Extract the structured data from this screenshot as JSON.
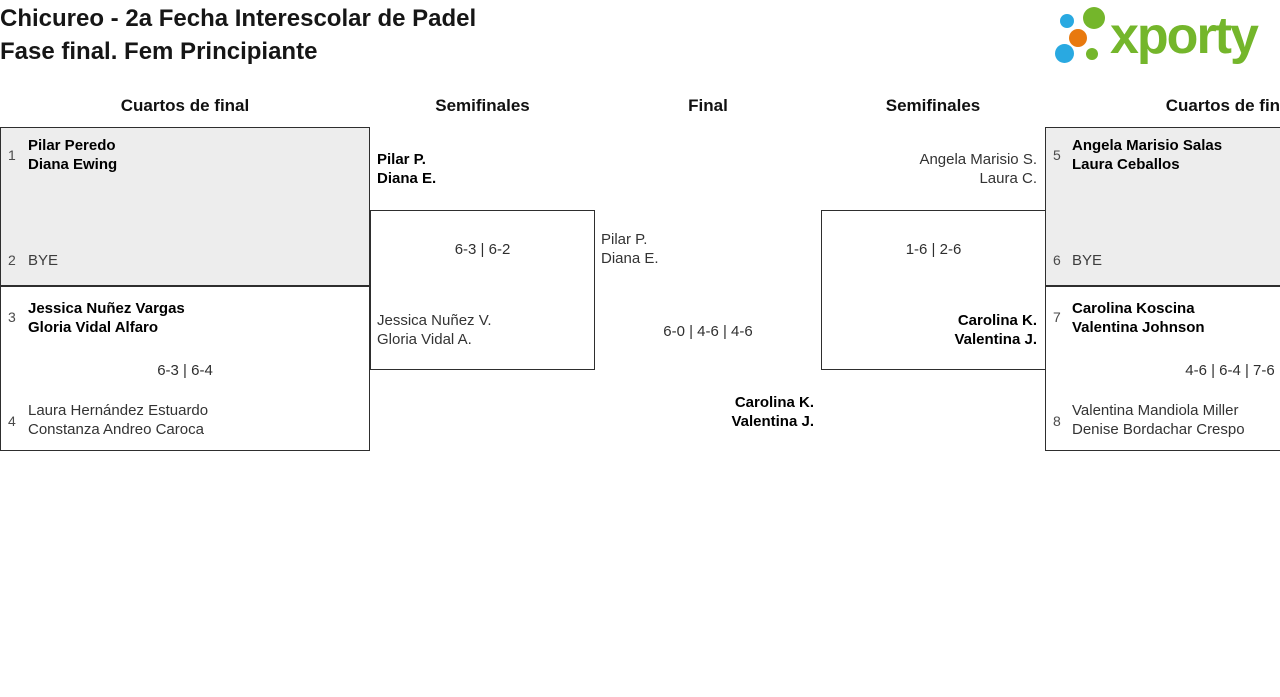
{
  "page": {
    "title": "Chicureo - 2a Fecha Interescolar de Padel",
    "subtitle": "Fase final. Fem Principiante"
  },
  "logo": {
    "text": "xporty",
    "colors": {
      "green": "#74b62b",
      "blue": "#29a9e1",
      "orange": "#e8790e"
    }
  },
  "colors": {
    "box_border": "#2e2e2e",
    "bye_box_background": "#ededed",
    "winner_text": "#000000",
    "regular_text": "#333333"
  },
  "round_headers": [
    {
      "label": "Cuartos de final"
    },
    {
      "label": "Semifinales"
    },
    {
      "label": "Final"
    },
    {
      "label": "Semifinales"
    },
    {
      "label": "Cuartos de final"
    }
  ],
  "matches": {
    "qf_left_top": {
      "seed_top": "1",
      "team_top_line1": "Pilar Peredo",
      "team_top_line2": "Diana Ewing",
      "seed_bottom": "2",
      "team_bottom_line1": "BYE",
      "score": "",
      "winner": "top"
    },
    "qf_left_bottom": {
      "seed_top": "3",
      "team_top_line1": "Jessica Nuñez Vargas",
      "team_top_line2": "Gloria Vidal Alfaro",
      "seed_bottom": "4",
      "team_bottom_line1": "Laura Hernández Estuardo",
      "team_bottom_line2": "Constanza Andreo Caroca",
      "score": "6-3 | 6-4",
      "winner": "top"
    },
    "sf_left": {
      "team_top_line1": "Pilar P.",
      "team_top_line2": "Diana E.",
      "team_bottom_line1": "Jessica Nuñez V.",
      "team_bottom_line2": "Gloria Vidal A.",
      "score": "6-3 | 6-2",
      "winner": "top"
    },
    "final": {
      "team_left_line1": "Pilar P.",
      "team_left_line2": "Diana E.",
      "team_right_line1": "Carolina K.",
      "team_right_line2": "Valentina J.",
      "score": "6-0 | 4-6 | 4-6",
      "winner": "right"
    },
    "sf_right": {
      "team_top_line1": "Angela Marisio S.",
      "team_top_line2": "Laura C.",
      "team_bottom_line1": "Carolina K.",
      "team_bottom_line2": "Valentina J.",
      "score": "1-6 | 2-6",
      "winner": "bottom"
    },
    "qf_right_top": {
      "seed_top": "5",
      "team_top_line1": "Angela Marisio Salas",
      "team_top_line2": "Laura Ceballos",
      "seed_bottom": "6",
      "team_bottom_line1": "BYE",
      "score": "",
      "winner": "top"
    },
    "qf_right_bottom": {
      "seed_top": "7",
      "team_top_line1": "Carolina Koscina",
      "team_top_line2": "Valentina Johnson",
      "seed_bottom": "8",
      "team_bottom_line1": "Valentina Mandiola Miller",
      "team_bottom_line2": "Denise Bordachar Crespo",
      "score": "4-6 | 6-4 | 7-6",
      "winner": "top"
    }
  }
}
